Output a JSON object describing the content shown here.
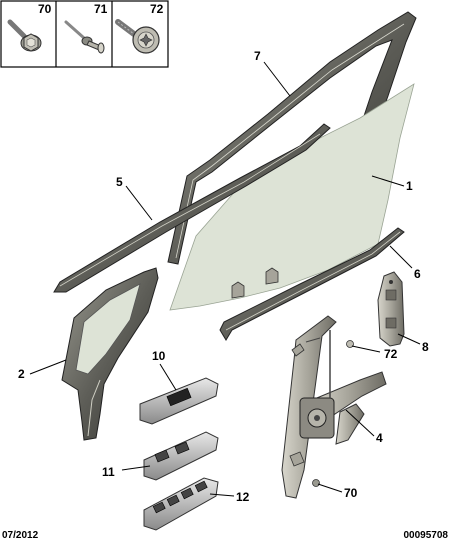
{
  "parts_box": {
    "items": [
      {
        "ref": "70",
        "icon": "hex-flange-bolt-icon"
      },
      {
        "ref": "71",
        "icon": "rivet-icon"
      },
      {
        "ref": "72",
        "icon": "torx-screw-icon"
      }
    ]
  },
  "callouts": {
    "c1": "1",
    "c2": "2",
    "c4": "4",
    "c5": "5",
    "c6": "6",
    "c7": "7",
    "c8": "8",
    "c10": "10",
    "c11": "11",
    "c12": "12",
    "c70": "70",
    "c72": "72"
  },
  "footer": {
    "date": "07/2012",
    "reference": "00095708"
  },
  "colors": {
    "glass": "#dde3d6",
    "seal": "#7a7a72",
    "seal_dark": "#3d3d38",
    "metal": "#b8b6ac",
    "switch": "#c9c9c9"
  }
}
